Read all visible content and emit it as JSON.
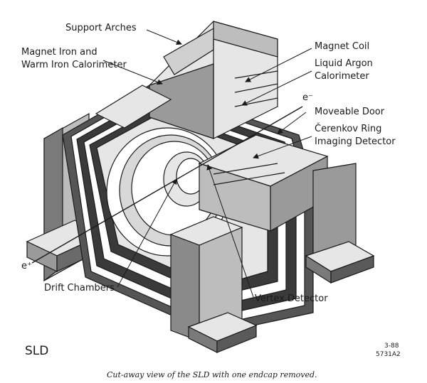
{
  "labels": {
    "support_arches": "Support Arches",
    "magnet_iron_1": "Magnet Iron and",
    "magnet_iron_2": "Warm Iron Calorimeter",
    "magnet_coil": "Magnet Coil",
    "liquid_argon_1": "Liquid Argon",
    "liquid_argon_2": "Calorimeter",
    "e_minus": "e⁻",
    "moveable_door": "Moveable Door",
    "cerenkov_1": "Čerenkov Ring",
    "cerenkov_2": "Imaging Detector",
    "e_plus": "e⁺",
    "drift_chambers": "Drift Chambers",
    "vertex_detector": "Vertex Detector",
    "sld": "SLD",
    "code_1": "3-88",
    "code_2": "5731A2"
  },
  "caption": "Cut-away view of the SLD with one endcap removed.",
  "colors": {
    "ink": "#1a1a1a",
    "shade": "#555555",
    "light": "#e6e6e6",
    "mid": "#bdbdbd",
    "dark": "#3a3a3a"
  }
}
